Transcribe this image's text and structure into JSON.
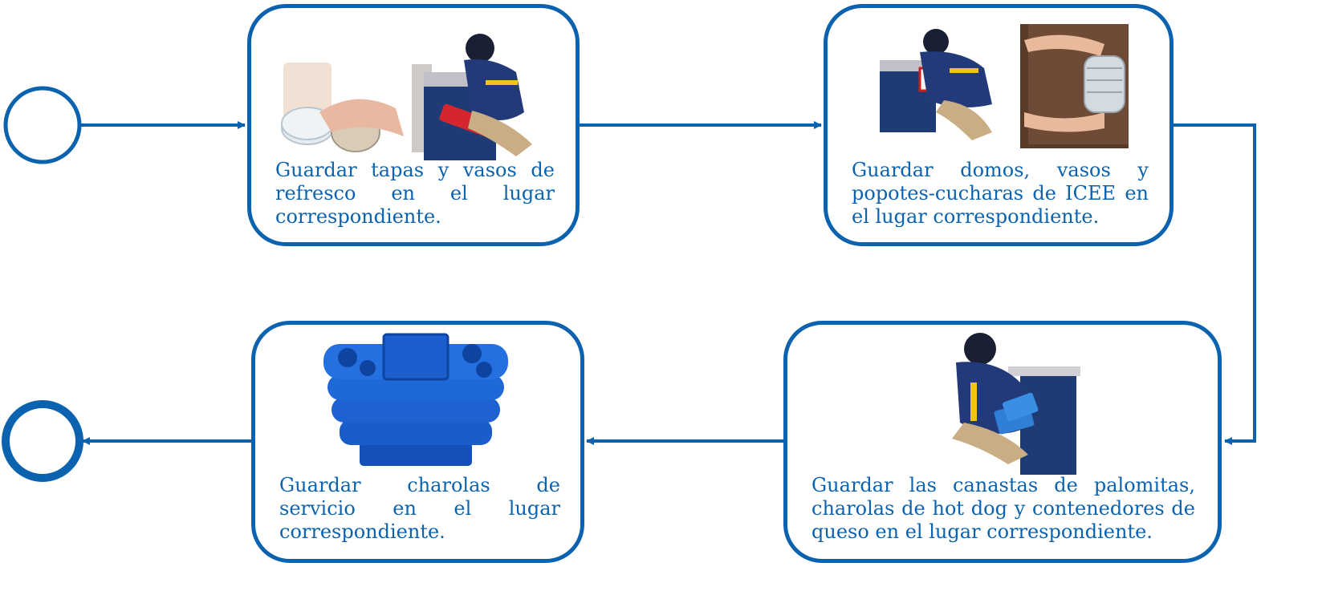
{
  "colors": {
    "primary": "#0b63b0",
    "background": "#ffffff"
  },
  "events": {
    "start": {
      "name": "start-event"
    },
    "end": {
      "name": "end-event"
    }
  },
  "steps": [
    {
      "text": "Guardar tapas y vasos de refresco en el lugar correspondiente.",
      "image": "worker-storing-lids-and-cups-photo"
    },
    {
      "text": "Guardar domos, vasos y popotes-cucharas de ICEE en el lugar correspondiente.",
      "image": "worker-storing-icee-domes-photo"
    },
    {
      "text": "Guardar las canastas de palomitas, charolas de hot dog y contenedores de queso en el lugar correspondiente.",
      "image": "worker-storing-popcorn-baskets-photo"
    },
    {
      "text": "Guardar charolas de servicio en el lugar correspondiente.",
      "image": "stacked-service-trays-photo"
    }
  ]
}
